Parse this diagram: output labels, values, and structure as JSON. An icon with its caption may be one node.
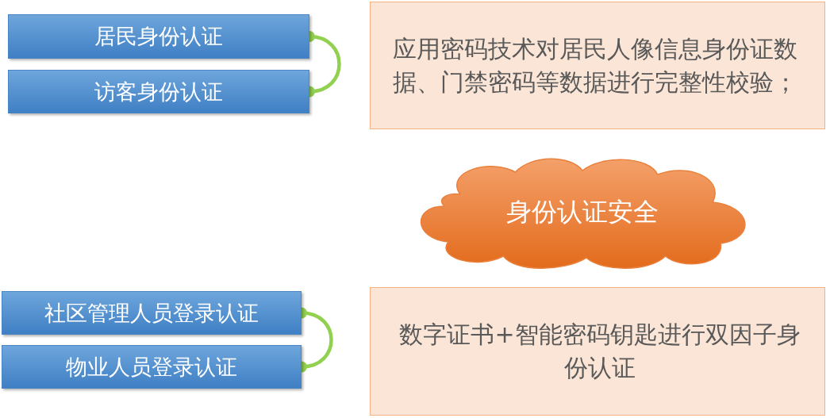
{
  "diagram": {
    "nodes": [
      {
        "text": [
          "居民身份认证"
        ]
      },
      {
        "text": [
          "访客身份认证"
        ]
      },
      {
        "text": [
          "应用密码技术对居民人像信息身份证数据、门禁密码等数据进行完整性校验；"
        ]
      },
      {
        "text": [
          "身份认证安全"
        ]
      },
      {
        "text": [
          "社区管理人员登录认证"
        ]
      },
      {
        "text": [
          "物业人员登录认证"
        ]
      },
      {
        "text": [
          "数字证书+智能密码钥匙进行双因子身份认证"
        ]
      }
    ],
    "edges": [
      {
        "from": 0,
        "to": 1,
        "arrow": "other"
      },
      {
        "from": 4,
        "to": 5,
        "arrow": "other"
      }
    ]
  }
}
